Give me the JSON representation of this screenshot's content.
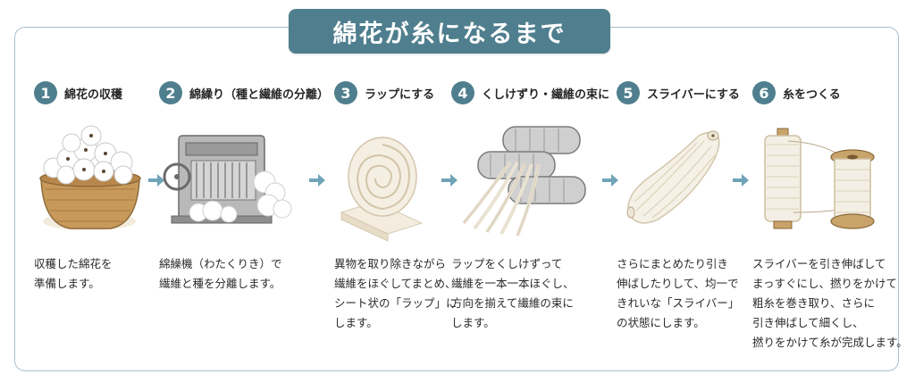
{
  "title": "綿花が糸になるまで",
  "colors": {
    "accent": "#4f7f8e",
    "frame": "#a9c0cf",
    "arrow": "#6fa3b8"
  },
  "steps": [
    {
      "number": "1",
      "title": "綿花の収穫",
      "icon": "cotton-basket-icon",
      "desc": [
        "収穫した綿花を",
        "準備します。"
      ]
    },
    {
      "number": "2",
      "title": "綿繰り（種と繊維の分離）",
      "icon": "cotton-gin-icon",
      "desc": [
        "綿繰機（わたくりき）で",
        "繊維と種を分離します。"
      ]
    },
    {
      "number": "3",
      "title": "ラップにする",
      "icon": "lap-roll-icon",
      "desc": [
        "異物を取り除きながら",
        "繊維をほぐしてまとめ、",
        "シート状の「ラップ」に",
        "します。"
      ]
    },
    {
      "number": "4",
      "title": "くしけずり・繊維の束に",
      "icon": "carding-rollers-icon",
      "desc": [
        "ラップをくしけずって",
        "繊維を一本一本ほぐし、",
        "方向を揃えて繊維の束に",
        "します。"
      ]
    },
    {
      "number": "5",
      "title": "スライバーにする",
      "icon": "sliver-icon",
      "desc": [
        "さらにまとめたり引き",
        "伸ばしたりして、均一で",
        "きれいな「スライバー」",
        "の状態にします。"
      ]
    },
    {
      "number": "6",
      "title": "糸をつくる",
      "icon": "thread-spools-icon",
      "desc": [
        "スライバーを引き伸ばして",
        "まっすぐにし、撚りをかけて",
        "粗糸を巻き取り、さらに",
        "引き伸ばして細くし、",
        "撚りをかけて糸が完成します。"
      ]
    }
  ]
}
